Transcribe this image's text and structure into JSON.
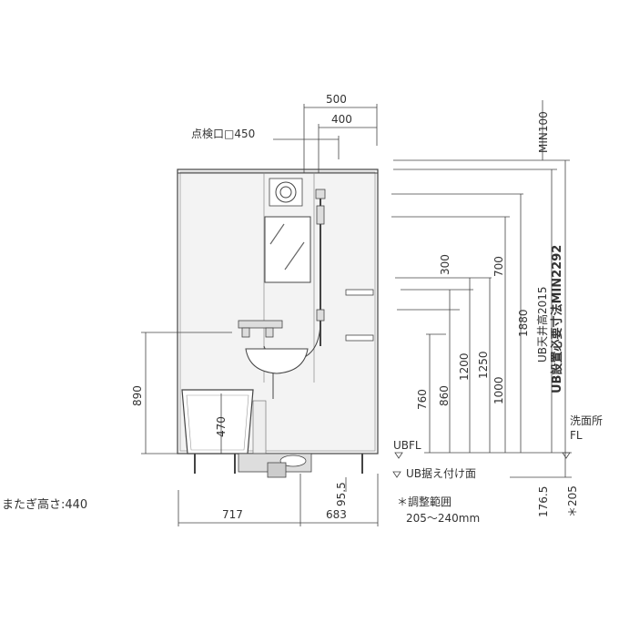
{
  "dimensions": {
    "top": {
      "w500": "500",
      "w400": "400",
      "inspection": "点検口□450"
    },
    "heights": {
      "min100": "MIN100",
      "ub_required": "UB設置必要寸法MIN2292",
      "ub_ceiling": "UB天井高2015",
      "h1880": "1880",
      "h700": "700",
      "h300": "300",
      "h1000": "1000",
      "h1250": "1250",
      "h1200": "1200",
      "h860": "860",
      "h760": "760",
      "h890": "890",
      "h470": "470",
      "h1765": "176.5",
      "h205": "＊205",
      "h955": "95.5"
    },
    "bottom": {
      "w717": "717",
      "w683": "683"
    }
  },
  "labels": {
    "ubfl": "UBFL",
    "ub_install": "UB据え付け面",
    "washroom_fl_line1": "洗面所",
    "washroom_fl_line2": "FL",
    "step_height": "またぎ高さ:440",
    "adjust_range_line1": "＊調整範囲",
    "adjust_range_line2": "205〜240mm"
  }
}
